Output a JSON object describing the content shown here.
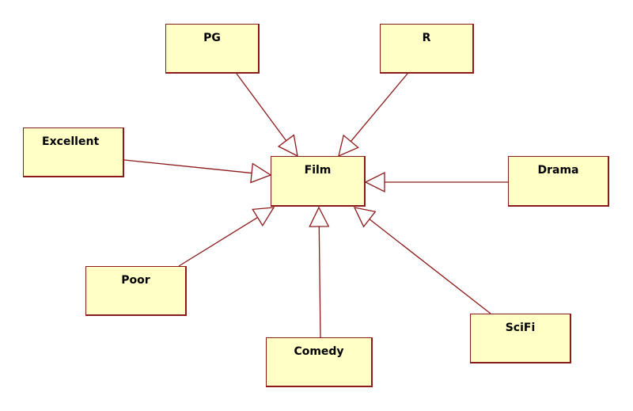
{
  "diagram": {
    "type": "uml-class-diagram",
    "relationship": "generalization",
    "colors": {
      "box_fill": "#ffffc6",
      "box_border": "#8b1a1a",
      "connector": "#8b1a1a",
      "arrowhead_fill": "#ffffff",
      "background": "#ffffff"
    },
    "center": {
      "label": "Film"
    },
    "subclasses": [
      {
        "id": "pg",
        "label": "PG"
      },
      {
        "id": "r",
        "label": "R"
      },
      {
        "id": "excellent",
        "label": "Excellent"
      },
      {
        "id": "drama",
        "label": "Drama"
      },
      {
        "id": "poor",
        "label": "Poor"
      },
      {
        "id": "comedy",
        "label": "Comedy"
      },
      {
        "id": "scifi",
        "label": "SciFi"
      }
    ]
  }
}
